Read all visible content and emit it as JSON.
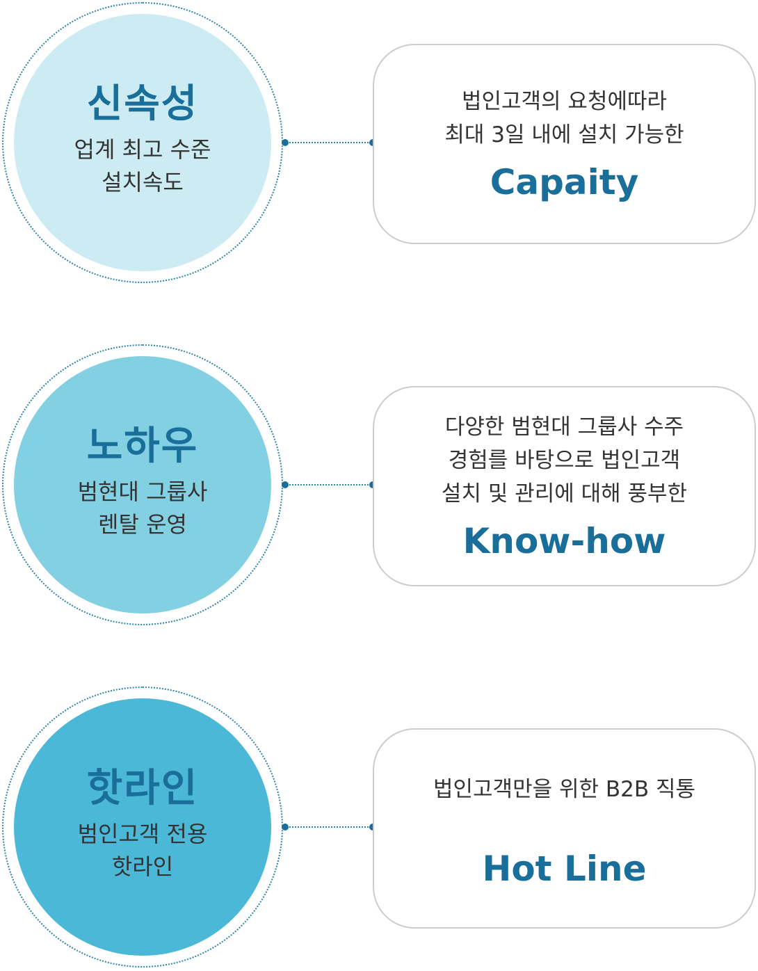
{
  "items": [
    {
      "title": "신속성",
      "subtitle": "업계 최고 수준\n설치속도",
      "description": "법인고객의 요청에따라\n최대 3일 내에 설치 가능한",
      "keyword": "Capaity",
      "circle_color": "#cdebf3"
    },
    {
      "title": "노하우",
      "subtitle": "범현대 그룹사\n렌탈 운영",
      "description": "다양한 범현대 그룹사 수주\n경험를 바탕으로 법인고객\n설치 및 관리에 대해 풍부한",
      "keyword": "Know-how",
      "circle_color": "#84d0e3"
    },
    {
      "title": "핫라인",
      "subtitle": "범인고객 전용\n핫라인",
      "description": "법인고객만을 위한 B2B 직통",
      "keyword": "Hot Line",
      "circle_color": "#4cb8d8"
    }
  ],
  "colors": {
    "accent": "#1a6e9a",
    "ring": "#2b84a8",
    "card_border": "#cccccc",
    "text": "#333333"
  }
}
